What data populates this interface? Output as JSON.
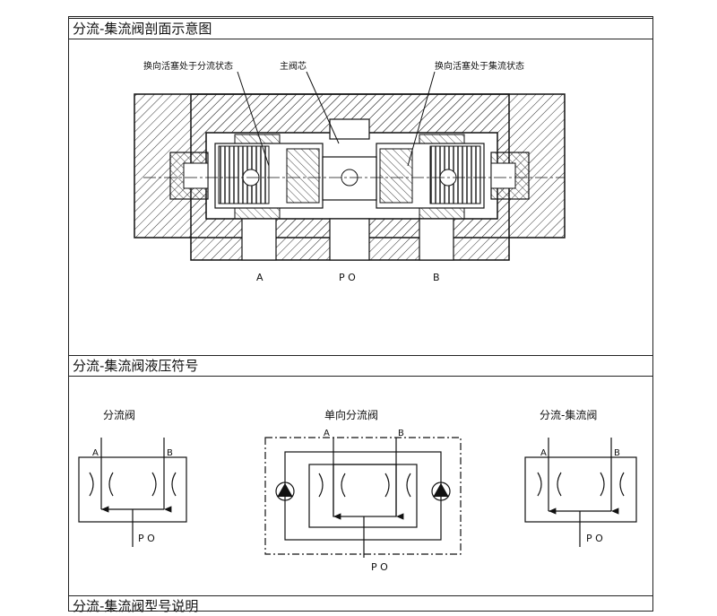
{
  "sections": [
    {
      "title": "分流-集流阀剖面示意图"
    },
    {
      "title": "分流-集流阀液压符号"
    },
    {
      "title": "分流-集流阀型号说明"
    }
  ],
  "section_diagram": {
    "callouts": {
      "left": "换向活塞处于分流状态",
      "center": "主阀芯",
      "right": "换向活塞处于集流状态"
    },
    "ports": {
      "a": "A",
      "p": "P O",
      "b": "B"
    }
  },
  "symbols": {
    "divider": {
      "title": "分流阀",
      "port_a": "A",
      "port_b": "B",
      "port_p": "P O"
    },
    "one_way": {
      "title": "单向分流阀",
      "port_a": "A",
      "port_b": "B",
      "port_p": "P O"
    },
    "combined": {
      "title": "分流-集流阀",
      "port_a": "A",
      "port_b": "B",
      "port_p": "P O"
    }
  }
}
